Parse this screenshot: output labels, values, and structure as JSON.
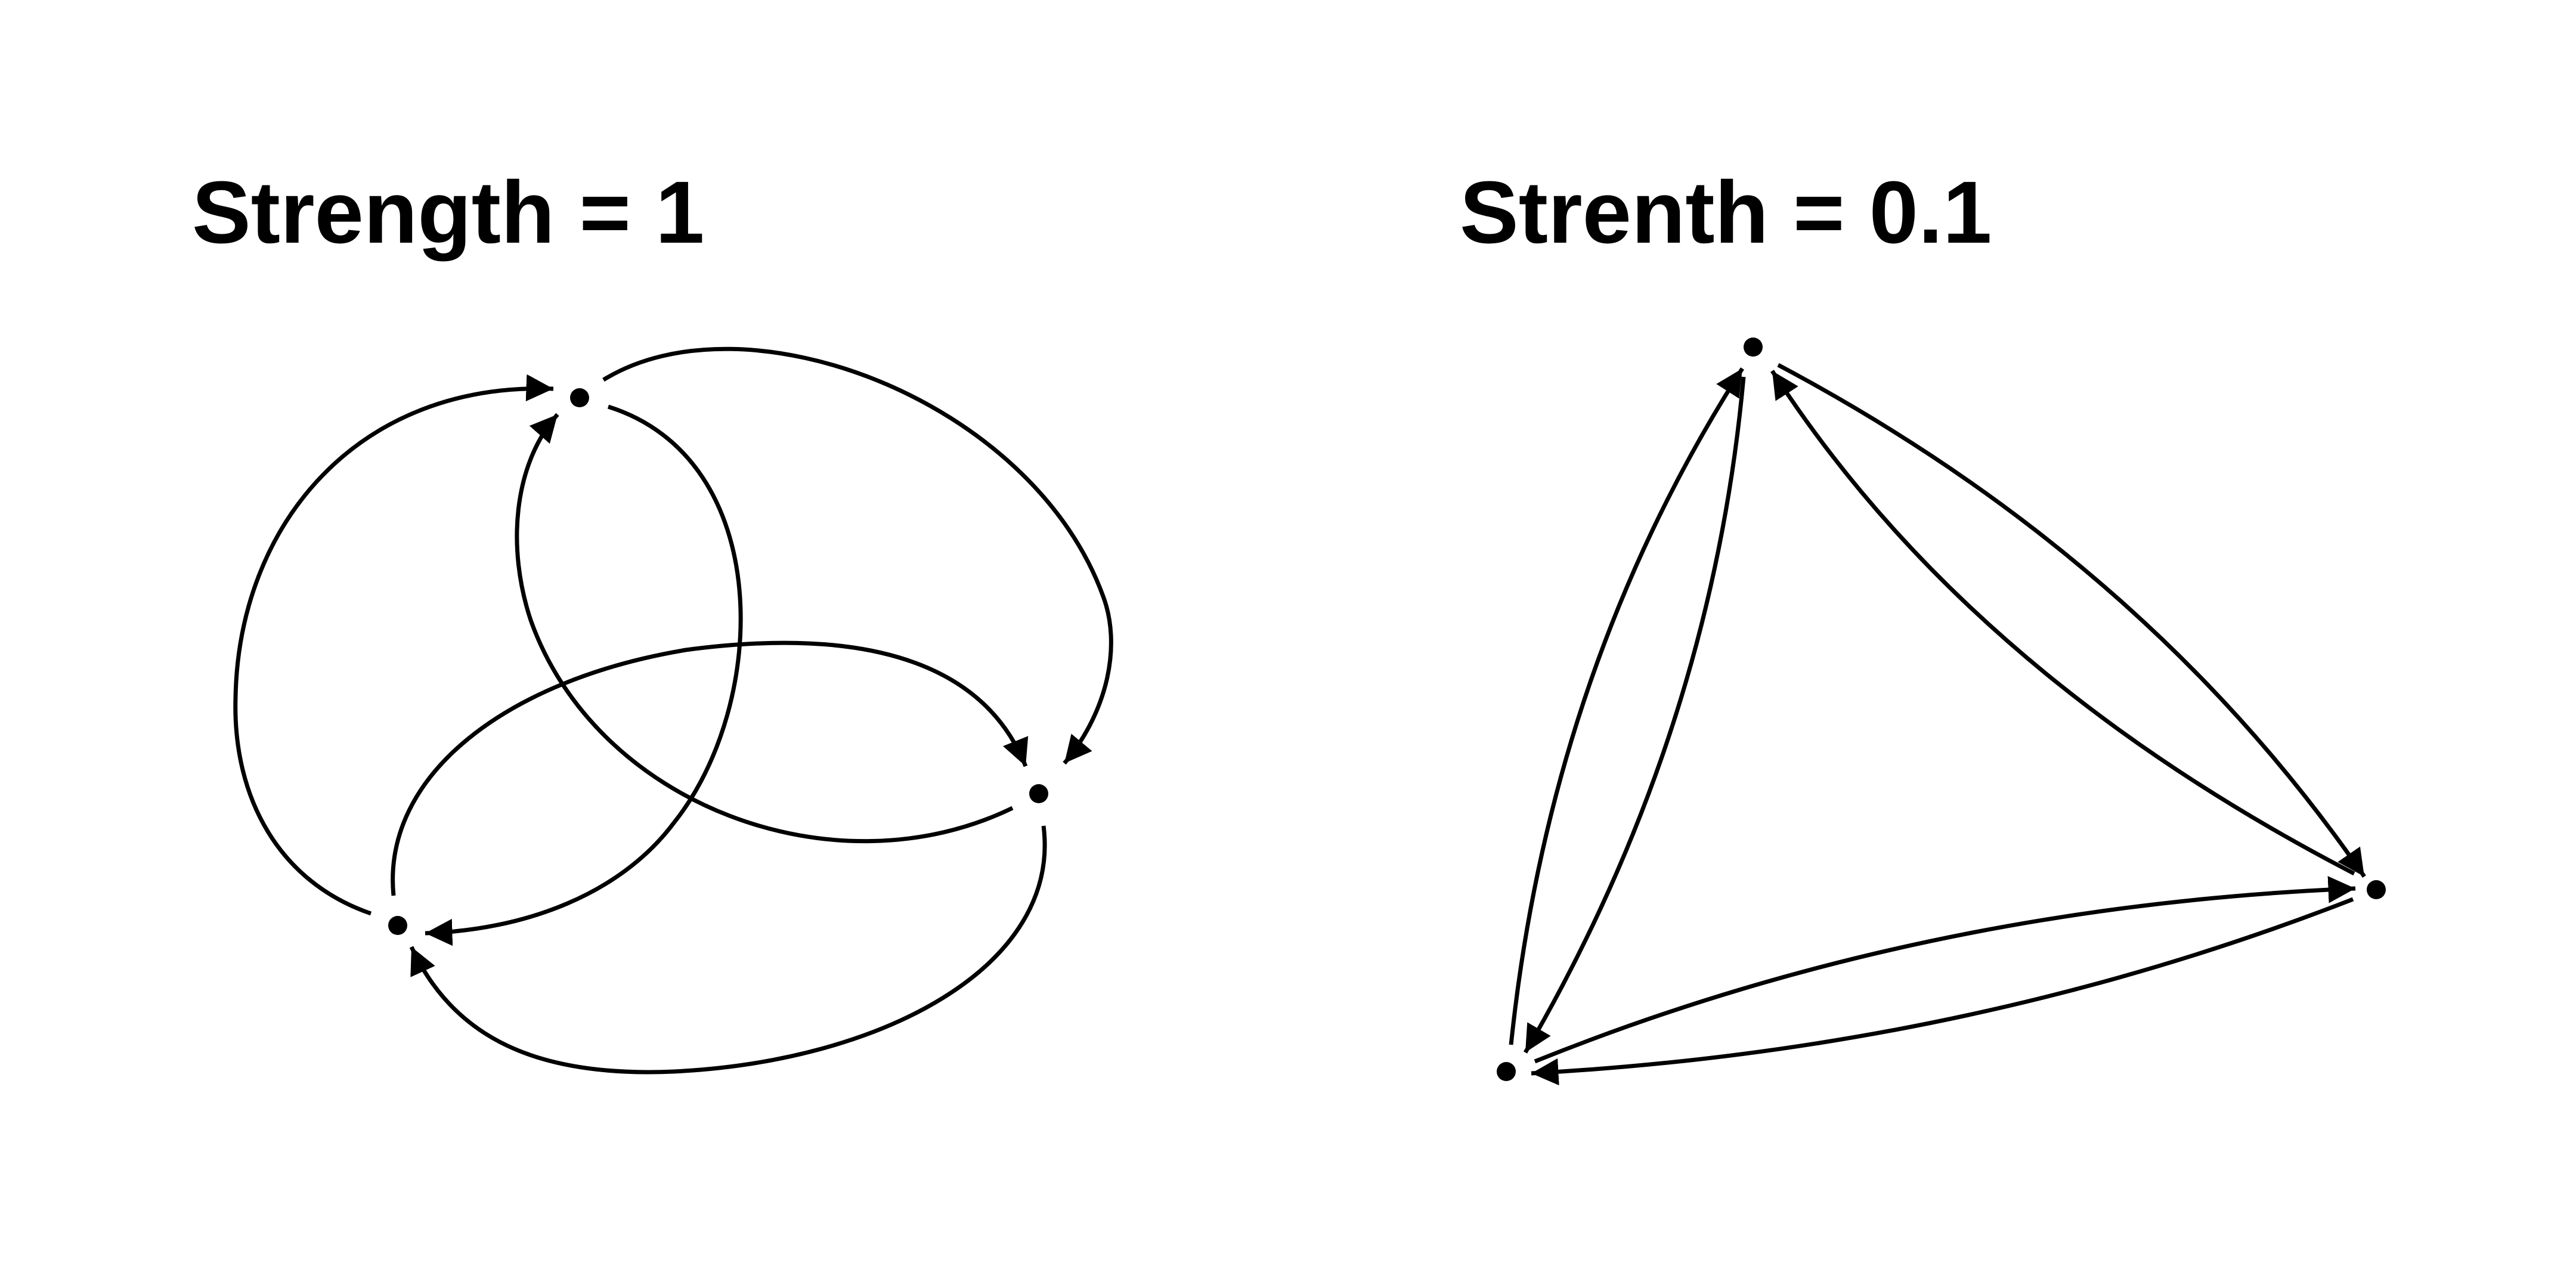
{
  "panels": [
    {
      "title": "Strength = 1",
      "curve_strength": 1,
      "nodes": [
        "top",
        "right",
        "bottom-left"
      ],
      "edges": [
        {
          "from": "top",
          "to": "right"
        },
        {
          "from": "right",
          "to": "top"
        },
        {
          "from": "top",
          "to": "bottom-left"
        },
        {
          "from": "bottom-left",
          "to": "top"
        },
        {
          "from": "right",
          "to": "bottom-left"
        },
        {
          "from": "bottom-left",
          "to": "right"
        }
      ]
    },
    {
      "title": "Strenth = 0.1",
      "curve_strength": 0.1,
      "nodes": [
        "top",
        "right",
        "bottom-left"
      ],
      "edges": [
        {
          "from": "top",
          "to": "right"
        },
        {
          "from": "right",
          "to": "top"
        },
        {
          "from": "top",
          "to": "bottom-left"
        },
        {
          "from": "bottom-left",
          "to": "top"
        },
        {
          "from": "right",
          "to": "bottom-left"
        },
        {
          "from": "bottom-left",
          "to": "right"
        }
      ]
    }
  ],
  "colors": {
    "ink": "#000000",
    "background": "#ffffff"
  }
}
